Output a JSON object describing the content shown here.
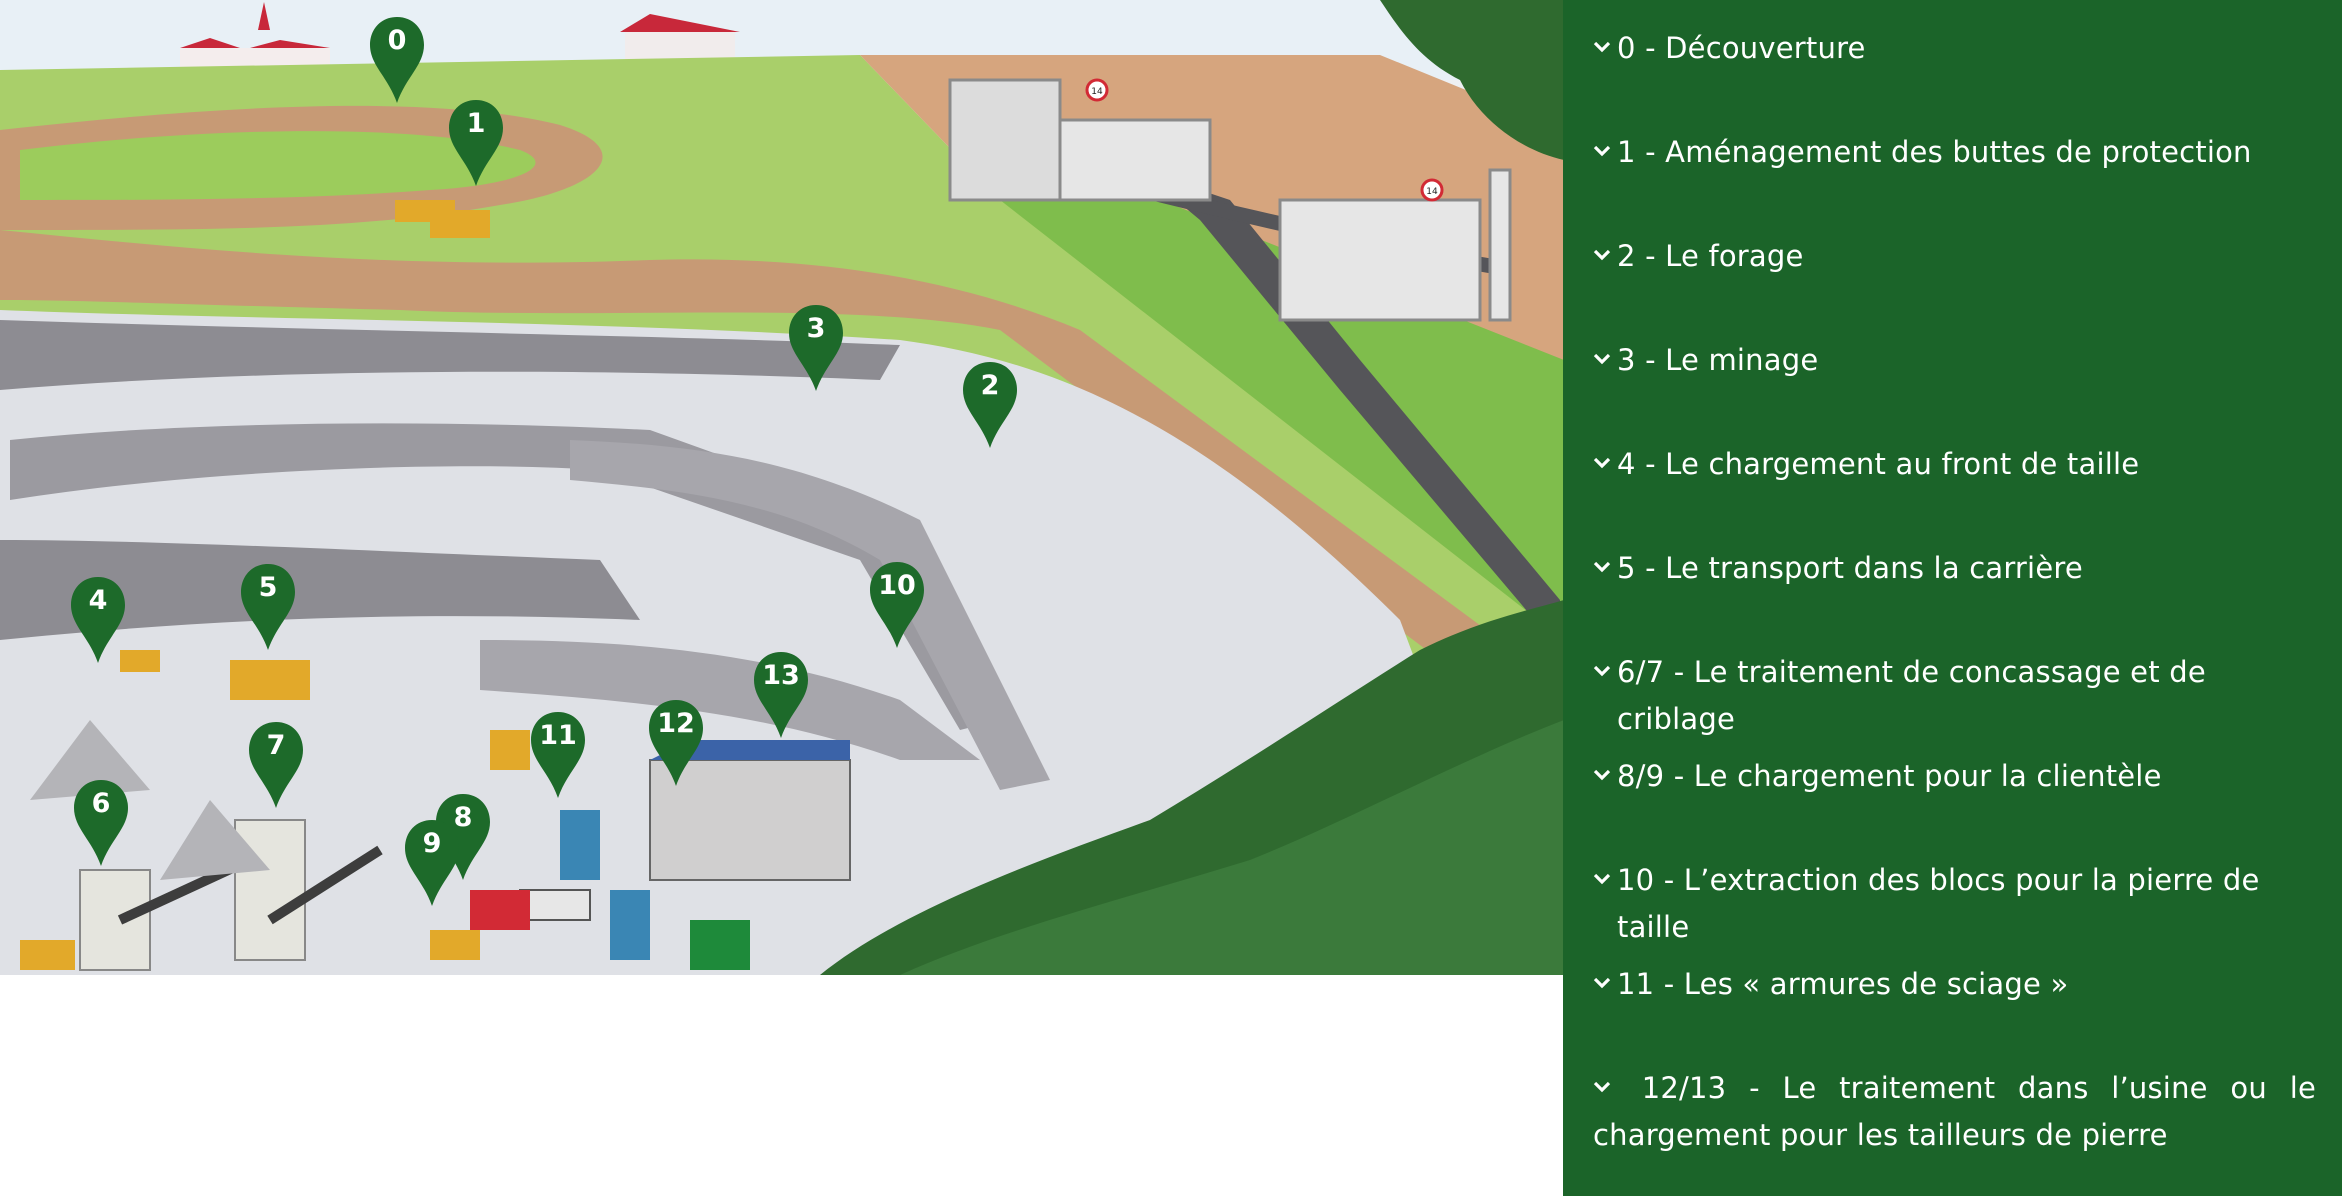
{
  "colors": {
    "panel_background": "#1b6429",
    "pin_color": "#1d6a2a",
    "text_color": "#ffffff"
  },
  "map": {
    "icon": "quarry-illustration",
    "pins": [
      {
        "id": "pin-0",
        "label": "0"
      },
      {
        "id": "pin-1",
        "label": "1"
      },
      {
        "id": "pin-2",
        "label": "2"
      },
      {
        "id": "pin-3",
        "label": "3"
      },
      {
        "id": "pin-4",
        "label": "4"
      },
      {
        "id": "pin-5",
        "label": "5"
      },
      {
        "id": "pin-6",
        "label": "6"
      },
      {
        "id": "pin-7",
        "label": "7"
      },
      {
        "id": "pin-8",
        "label": "8"
      },
      {
        "id": "pin-9",
        "label": "9"
      },
      {
        "id": "pin-10",
        "label": "10"
      },
      {
        "id": "pin-11",
        "label": "11"
      },
      {
        "id": "pin-12",
        "label": "12"
      },
      {
        "id": "pin-13",
        "label": "13"
      }
    ],
    "signs": [
      "14",
      "14"
    ]
  },
  "accordion": {
    "chevron_icon": "chevron-down-icon",
    "items": [
      {
        "label": "0 - Découverture"
      },
      {
        "label": "1 - Aménagement des buttes de protection"
      },
      {
        "label": "2 - Le forage"
      },
      {
        "label": "3 - Le minage"
      },
      {
        "label": "4 - Le chargement au front de taille"
      },
      {
        "label": "5 - Le transport dans la carrière"
      },
      {
        "label": "6/7 - Le traitement de concassage et de criblage"
      },
      {
        "label": "8/9 - Le chargement pour la clientèle"
      },
      {
        "label": "10 - L’extraction des blocs pour la pierre de taille"
      },
      {
        "label": "11 - Les « armures de sciage »"
      },
      {
        "label": "12/13 - Le traitement dans l’usine ou le chargement pour les tailleurs de pierre"
      }
    ]
  }
}
